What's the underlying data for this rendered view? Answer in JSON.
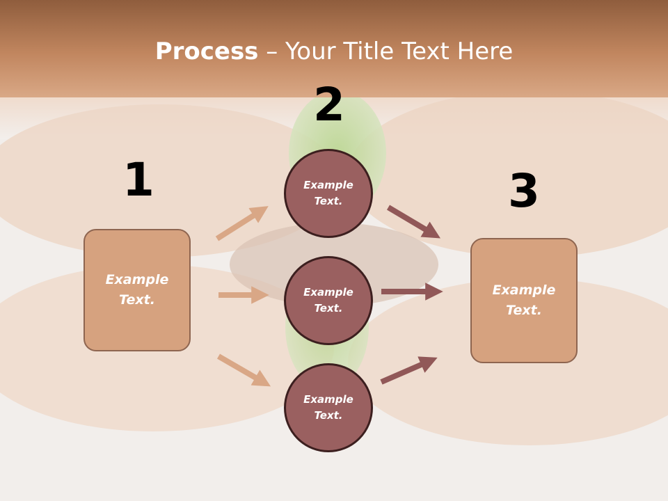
{
  "title": {
    "bold": "Process",
    "rest": " – Your Title Text Here"
  },
  "steps": [
    {
      "number": "1",
      "label": "Example\nText."
    },
    {
      "number": "2",
      "label": "Example\nText."
    },
    {
      "number": "3",
      "label": "Example\nText."
    }
  ],
  "circles": [
    {
      "label": "Example\nText."
    },
    {
      "label": "Example\nText."
    },
    {
      "label": "Example\nText."
    }
  ],
  "colors": {
    "header": "#b57a55",
    "box_fill": "#d6a27f",
    "circle_fill": "#9a6060",
    "arrow_in": "#d6a27f",
    "arrow_out": "#8f5555"
  }
}
